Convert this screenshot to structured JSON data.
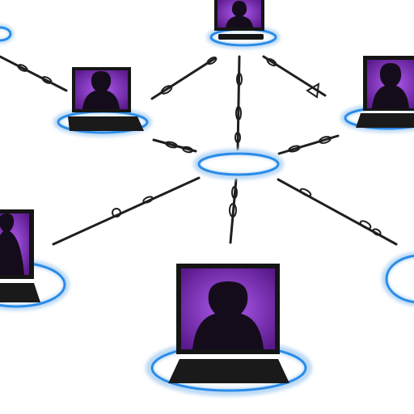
{
  "diagram": {
    "type": "hub-and-spoke network",
    "colors": {
      "background": "#ffffff",
      "ring": "#2a8ce8",
      "ring_glow": "#bcd9f5",
      "screen_light": "#b05cf0",
      "screen_dark": "#5a1a8c",
      "silhouette": "#140c1a",
      "bezel": "#151515",
      "connector": "#1f1f1f"
    },
    "hub": {
      "icon": "ring-icon"
    },
    "nodes": [
      {
        "id": "top-center",
        "icon": "laptop-user-icon"
      },
      {
        "id": "upper-left",
        "icon": "laptop-user-icon"
      },
      {
        "id": "upper-right",
        "icon": "laptop-user-icon"
      },
      {
        "id": "mid-left",
        "icon": "laptop-user-icon"
      },
      {
        "id": "bottom-center",
        "icon": "laptop-user-icon"
      },
      {
        "id": "mid-right",
        "icon": "laptop-user-icon"
      },
      {
        "id": "top-left",
        "icon": "ring-icon"
      }
    ],
    "links": [
      {
        "from": "hub",
        "to": "top-center"
      },
      {
        "from": "hub",
        "to": "upper-left"
      },
      {
        "from": "hub",
        "to": "upper-right"
      },
      {
        "from": "hub",
        "to": "mid-left"
      },
      {
        "from": "hub",
        "to": "bottom-center"
      },
      {
        "from": "hub",
        "to": "mid-right"
      },
      {
        "from": "upper-left",
        "to": "top-left"
      },
      {
        "from": "top-center",
        "to": "upper-right"
      },
      {
        "from": "top-center",
        "to": "upper-left"
      }
    ]
  }
}
